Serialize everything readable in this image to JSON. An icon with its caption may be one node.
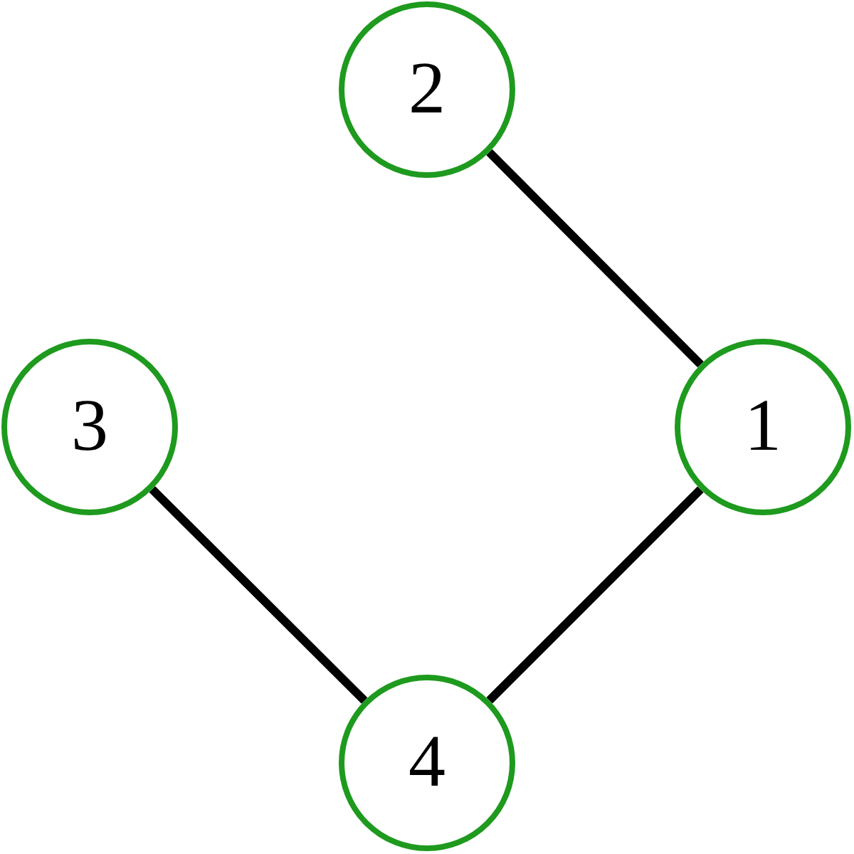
{
  "diagram": {
    "nodes": [
      {
        "text": [
          "2"
        ]
      },
      {
        "text": [
          "3"
        ]
      },
      {
        "text": [
          "1"
        ]
      },
      {
        "text": [
          "4"
        ]
      }
    ],
    "edges": [
      {
        "from": 0,
        "to": 2,
        "arrow": "none"
      },
      {
        "from": 2,
        "to": 3,
        "arrow": "none"
      },
      {
        "from": 1,
        "to": 3,
        "arrow": "none"
      }
    ]
  }
}
